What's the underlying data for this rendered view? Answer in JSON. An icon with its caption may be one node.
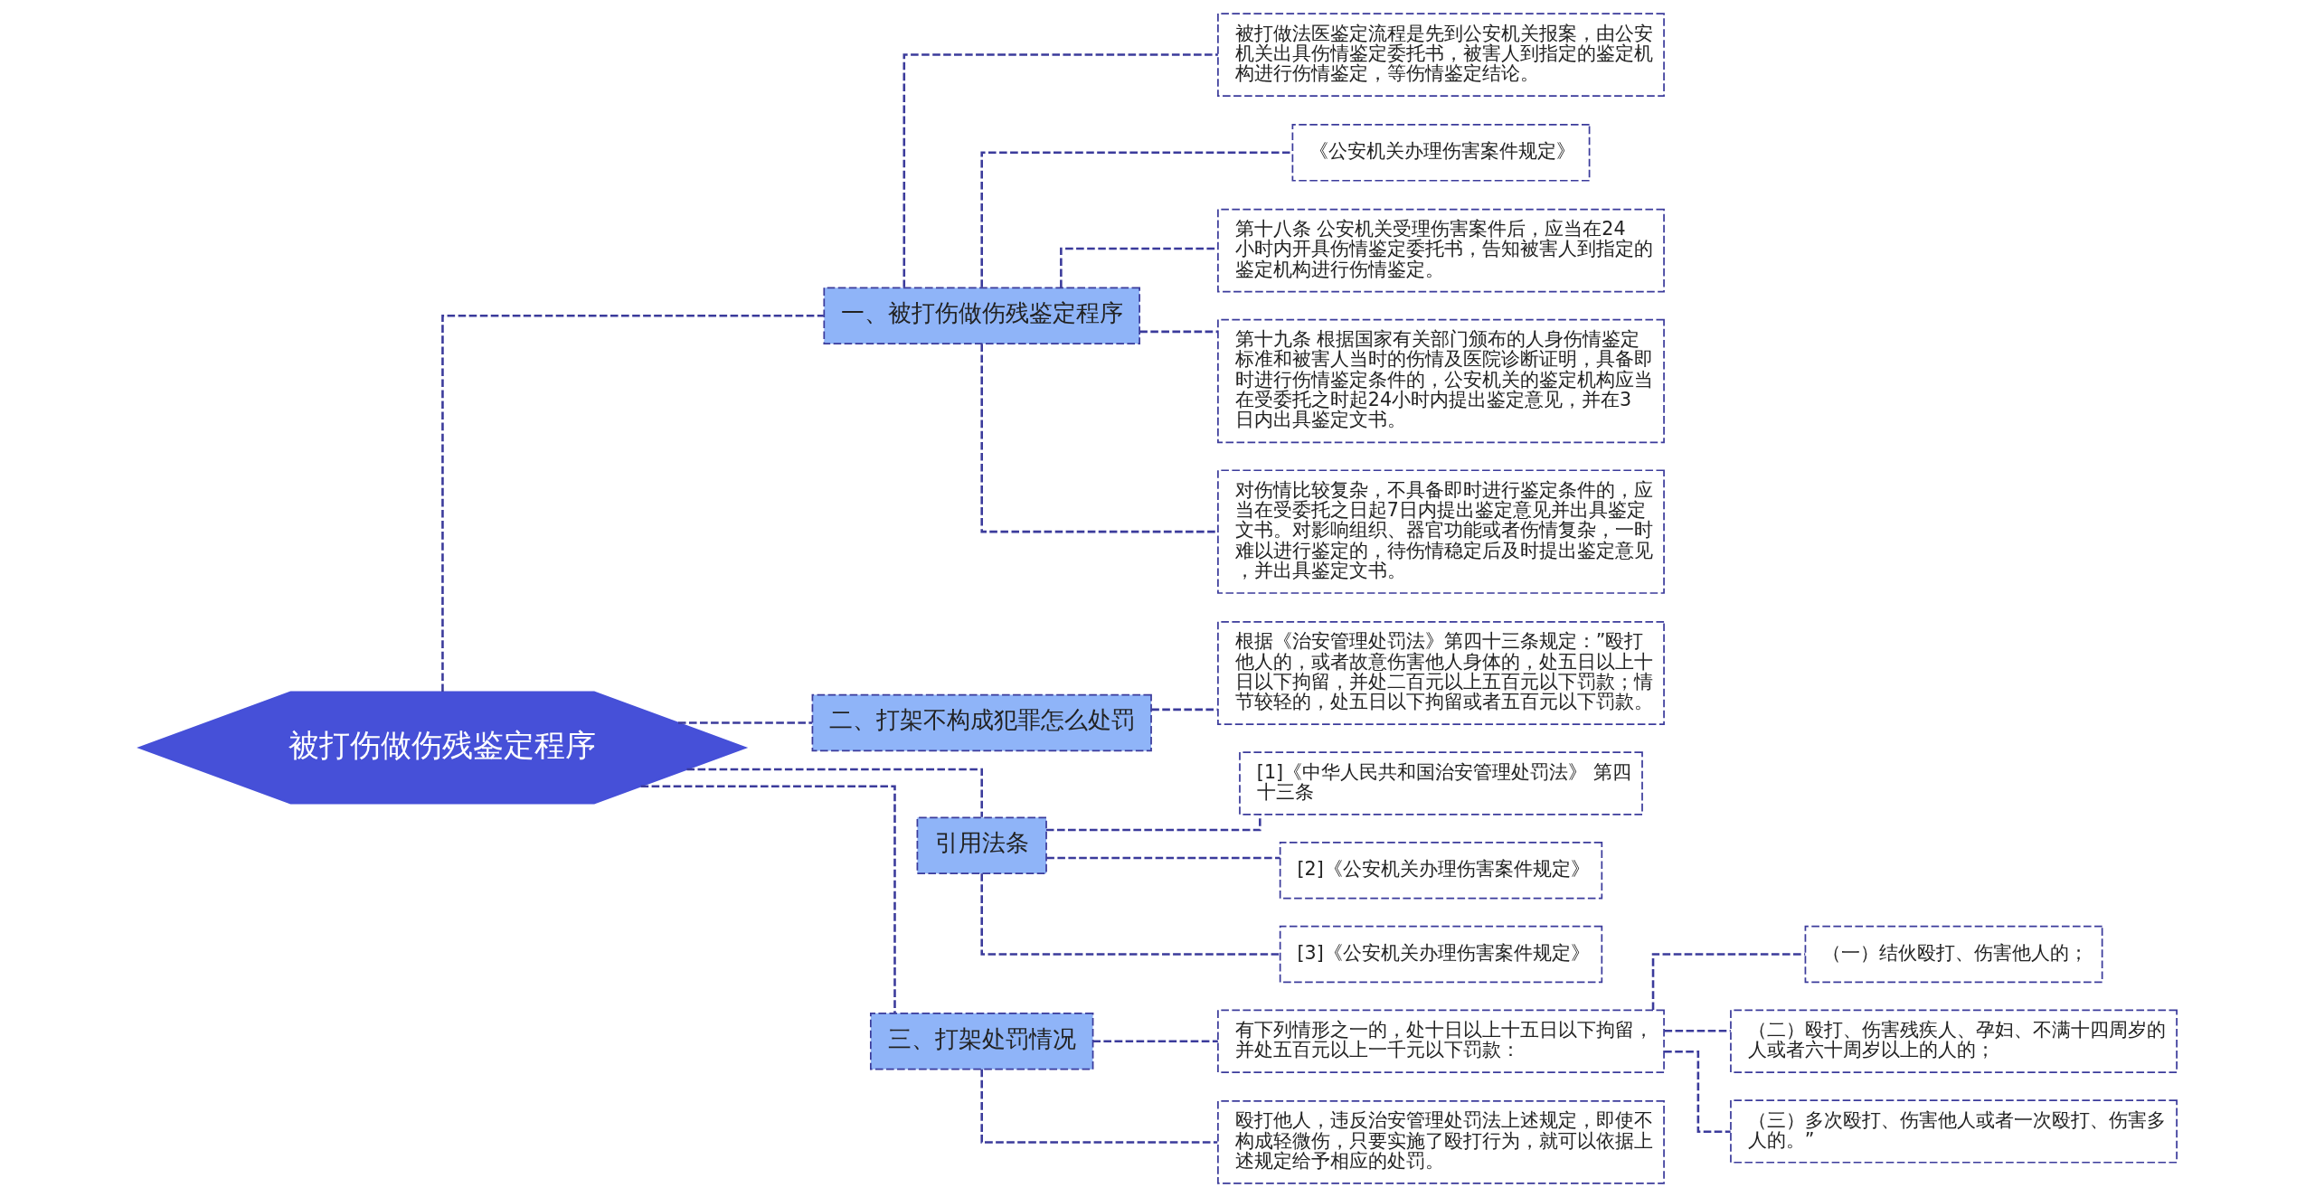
{
  "diagram": {
    "nodes": [
      {
        "text": [
          "被打伤做伤残鉴定程序"
        ]
      },
      {
        "text": [
          "一、被打伤做伤残鉴定程序"
        ]
      },
      {
        "text": [
          "被打做法医鉴定流程是先到公安机关报案，由公安机关出具伤情鉴定委托书，被害人到指定的鉴定机构进行伤情鉴定，等伤情鉴定结论。"
        ]
      },
      {
        "text": [
          "《公安机关办理伤害案件规定》"
        ]
      },
      {
        "text": [
          "第十八条 公安机关受理伤害案件后，应当在24小时内开具伤情鉴定委托书，告知被害人到指定的鉴定机构进行伤情鉴定。"
        ]
      },
      {
        "text": [
          "第十九条 根据国家有关部门颁布的人身伤情鉴定标准和被害人当时的伤情及医院诊断证明，具备即时进行伤情鉴定条件的，公安机关的鉴定机构应当在受委托之时起24小时内提出鉴定意见，并在3日内出具鉴定文书。"
        ]
      },
      {
        "text": [
          "对伤情比较复杂，不具备即时进行鉴定条件的，应当在受委托之日起7日内提出鉴定意见并出具鉴定文书。对影响组织、器官功能或者伤情复杂，一时难以进行鉴定的，待伤情稳定后及时提出鉴定意见，并出具鉴定文书。"
        ]
      },
      {
        "text": [
          "二、打架不构成犯罪怎么处罚"
        ]
      },
      {
        "text": [
          "根据《治安管理处罚法》第四十三条规定：”殴打他人的，或者故意伤害他人身体的，处五日以上十日以下拘留，并处二百元以上五百元以下罚款；情节较轻的，处五日以下拘留或者五百元以下罚款。"
        ]
      },
      {
        "text": [
          "引用法条"
        ]
      },
      {
        "text": [
          "[1]《中华人民共和国治安管理处罚法》 第四十三条"
        ]
      },
      {
        "text": [
          "[2]《公安机关办理伤害案件规定》"
        ]
      },
      {
        "text": [
          "[3]《公安机关办理伤害案件规定》"
        ]
      },
      {
        "text": [
          "三、打架处罚情况"
        ]
      },
      {
        "text": [
          "有下列情形之一的，处十日以上十五日以下拘留，并处五百元以上一千元以下罚款："
        ]
      },
      {
        "text": [
          "（一）结伙殴打、伤害他人的；"
        ]
      },
      {
        "text": [
          "（二）殴打、伤害残疾人、孕妇、不满十四周岁的人或者六十周岁以上的人的；"
        ]
      },
      {
        "text": [
          "（三）多次殴打、伤害他人或者一次殴打、伤害多人的。”"
        ]
      },
      {
        "text": [
          "殴打他人，违反治安管理处罚法上述规定，即使不构成轻微伤，只要实施了殴打行为，就可以依据上述规定给予相应的处罚。"
        ]
      }
    ],
    "edges": [
      {
        "from": 0,
        "to": 1,
        "arrow": "none",
        "style": "dashed"
      },
      {
        "from": 1,
        "to": 2,
        "arrow": "none",
        "style": "dashed"
      },
      {
        "from": 1,
        "to": 3,
        "arrow": "none",
        "style": "dashed"
      },
      {
        "from": 1,
        "to": 4,
        "arrow": "none",
        "style": "dashed"
      },
      {
        "from": 1,
        "to": 5,
        "arrow": "none",
        "style": "dashed"
      },
      {
        "from": 1,
        "to": 6,
        "arrow": "none",
        "style": "dashed"
      },
      {
        "from": 0,
        "to": 7,
        "arrow": "none",
        "style": "dashed"
      },
      {
        "from": 7,
        "to": 8,
        "arrow": "none",
        "style": "dashed"
      },
      {
        "from": 0,
        "to": 9,
        "arrow": "none",
        "style": "dashed"
      },
      {
        "from": 9,
        "to": 10,
        "arrow": "none",
        "style": "dashed"
      },
      {
        "from": 9,
        "to": 11,
        "arrow": "none",
        "style": "dashed"
      },
      {
        "from": 9,
        "to": 12,
        "arrow": "none",
        "style": "dashed"
      },
      {
        "from": 0,
        "to": 13,
        "arrow": "none",
        "style": "dashed"
      },
      {
        "from": 13,
        "to": 14,
        "arrow": "none",
        "style": "dashed"
      },
      {
        "from": 14,
        "to": 15,
        "arrow": "none",
        "style": "dashed"
      },
      {
        "from": 14,
        "to": 16,
        "arrow": "none",
        "style": "dashed"
      },
      {
        "from": 14,
        "to": 17,
        "arrow": "none",
        "style": "dashed"
      },
      {
        "from": 13,
        "to": 18,
        "arrow": "none",
        "style": "dashed"
      }
    ]
  }
}
